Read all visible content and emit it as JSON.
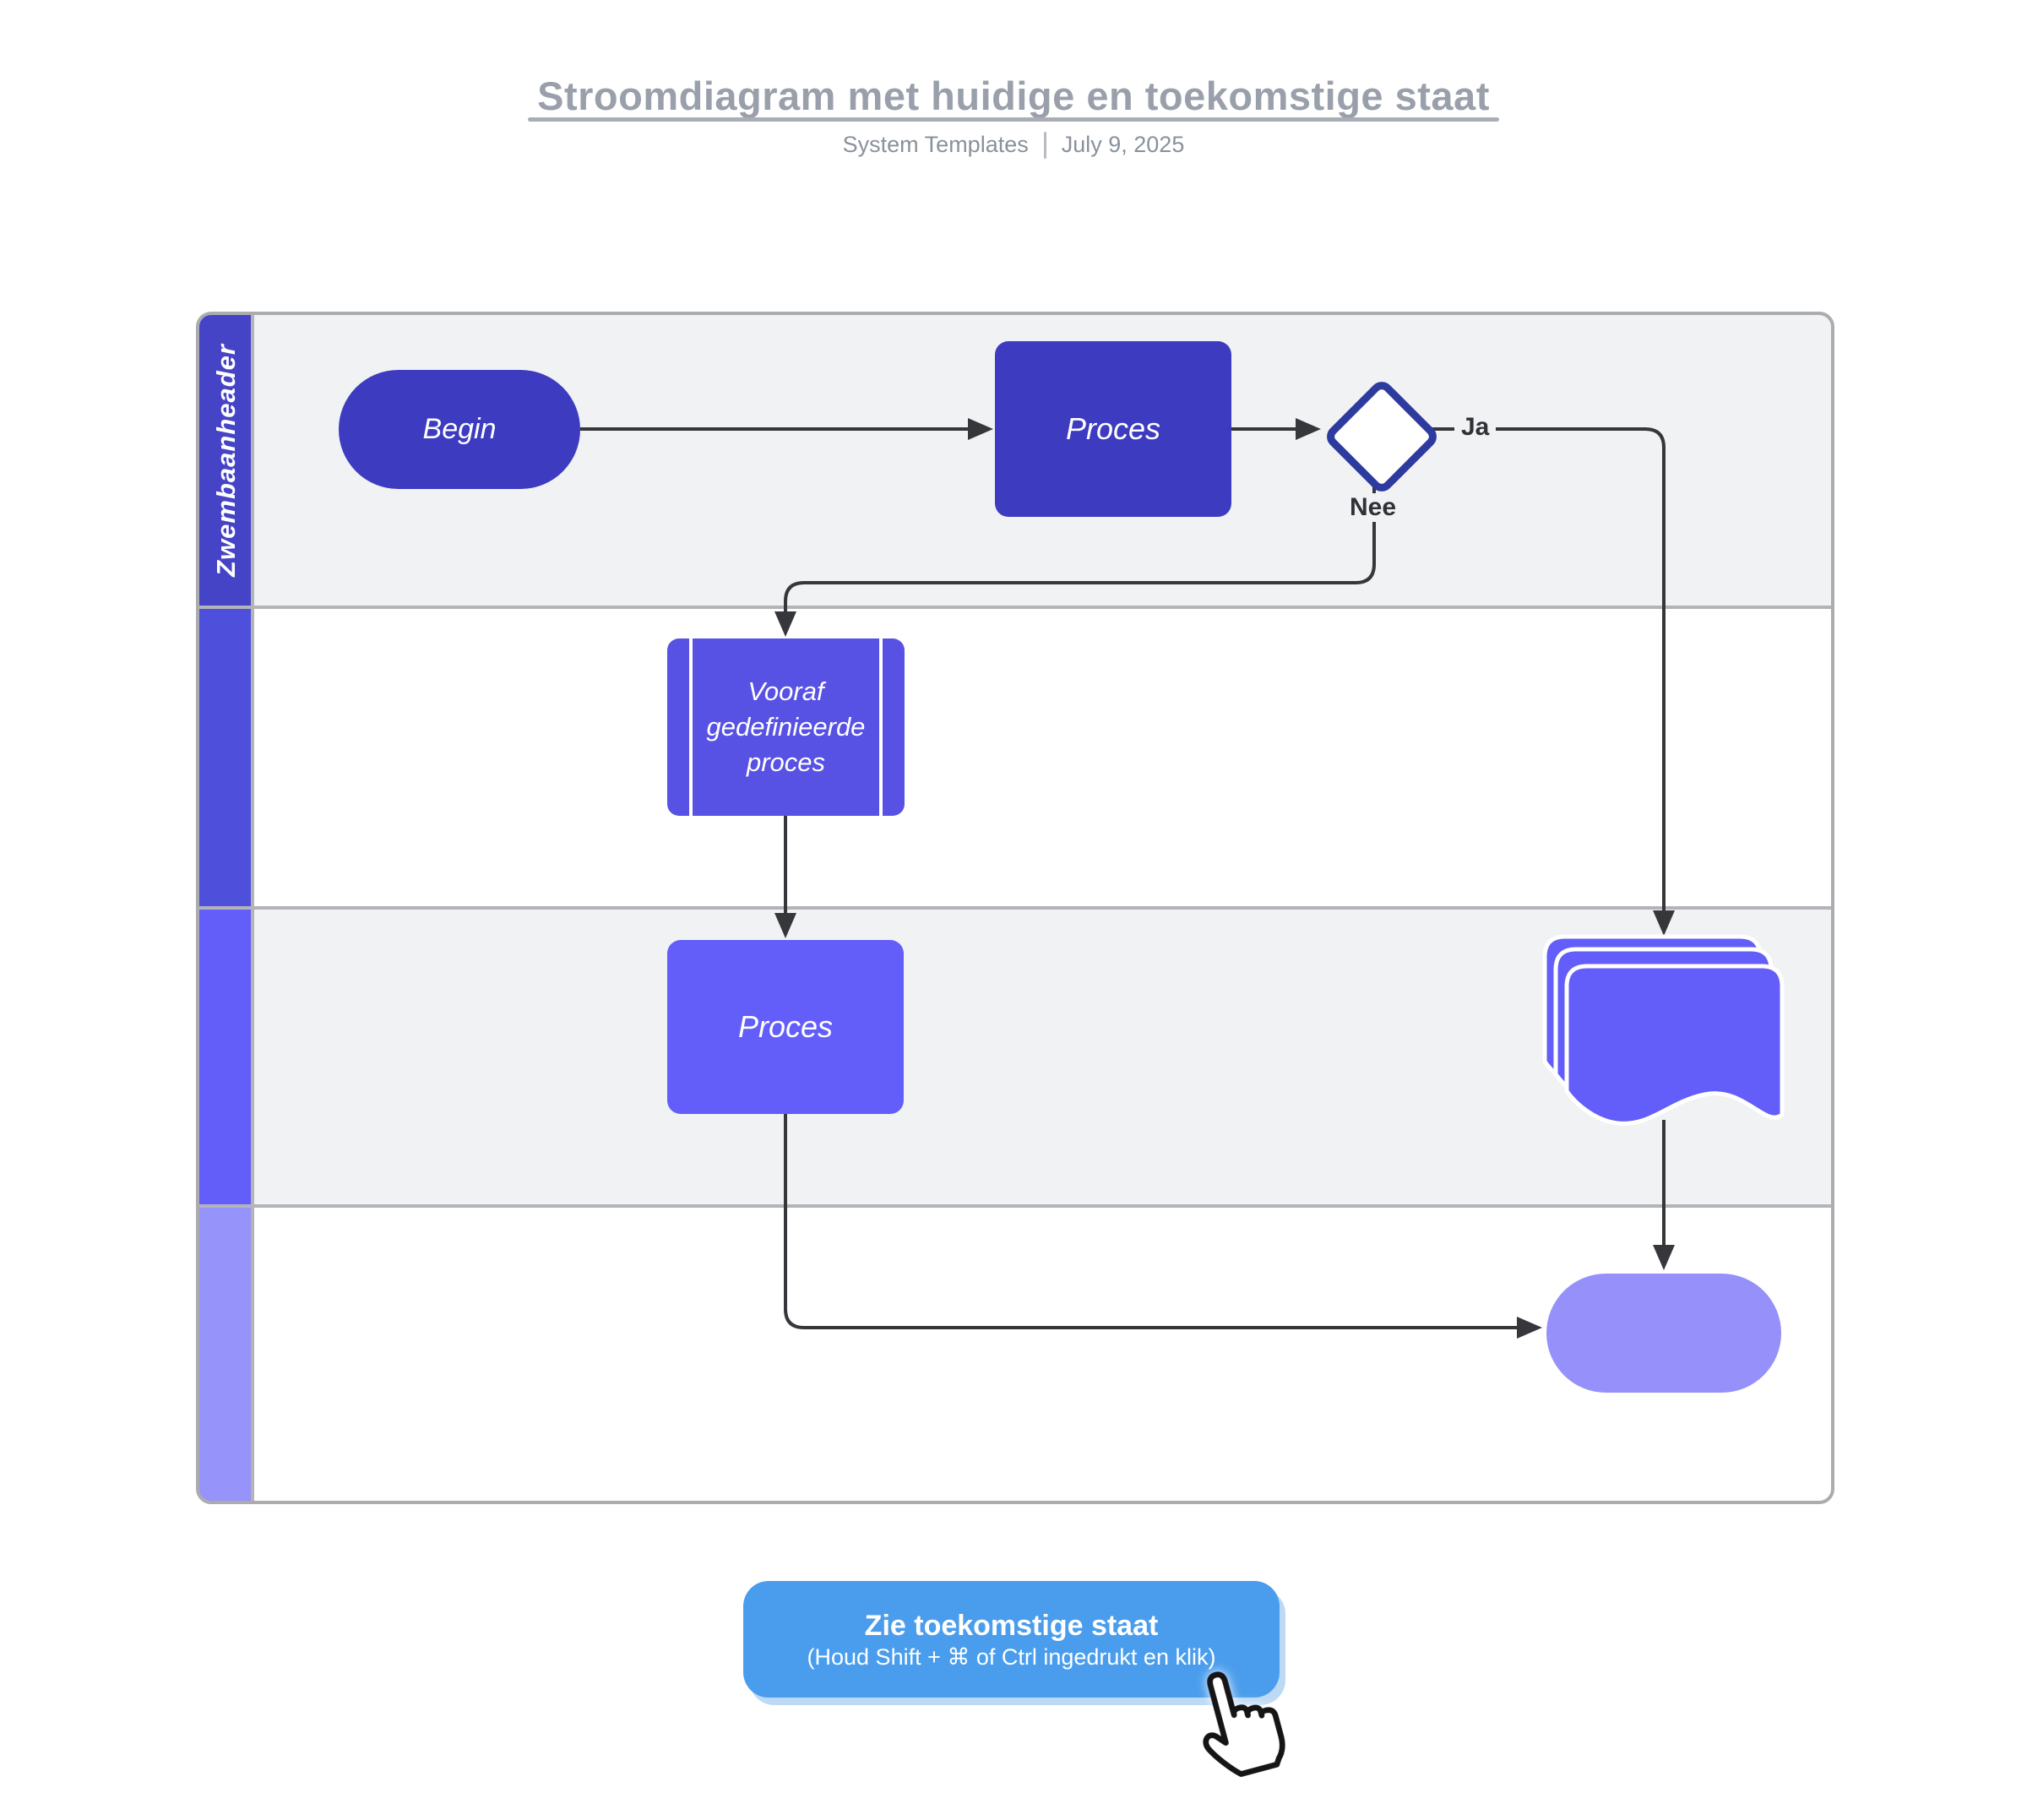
{
  "header": {
    "title": "Stroomdiagram met huidige en toekomstige staat",
    "source": "System Templates",
    "date": "July 9, 2025"
  },
  "swimlane": {
    "header_label": "Zwembaanheader",
    "lane_bar_colors": [
      "#4644C6",
      "#4E4FDB",
      "#635EFA",
      "#9693FB"
    ],
    "lane_backgrounds": [
      "#F1F2F4",
      "#FFFFFF",
      "#F1F2F4",
      "#FFFFFF"
    ]
  },
  "nodes": {
    "begin": {
      "label": "Begin",
      "color": "#3D3BC0"
    },
    "proces_1": {
      "label": "Proces",
      "color": "#3D3BC0"
    },
    "decision": {
      "border_color": "#2E3B9E"
    },
    "vooraf": {
      "label": "Vooraf gedefinieerde proces",
      "color": "#5852E4"
    },
    "proces_2": {
      "label": "Proces",
      "color": "#635EF9"
    },
    "document": {
      "color": "#635EF9"
    },
    "einde": {
      "color": "#9590FA"
    }
  },
  "edge_labels": {
    "ja": "Ja",
    "nee": "Nee"
  },
  "cta": {
    "label": "Zie toekomstige staat",
    "sublabel": "(Houd Shift + ⌘ of Ctrl ingedrukt en klik)",
    "color": "#4A9DEC"
  }
}
